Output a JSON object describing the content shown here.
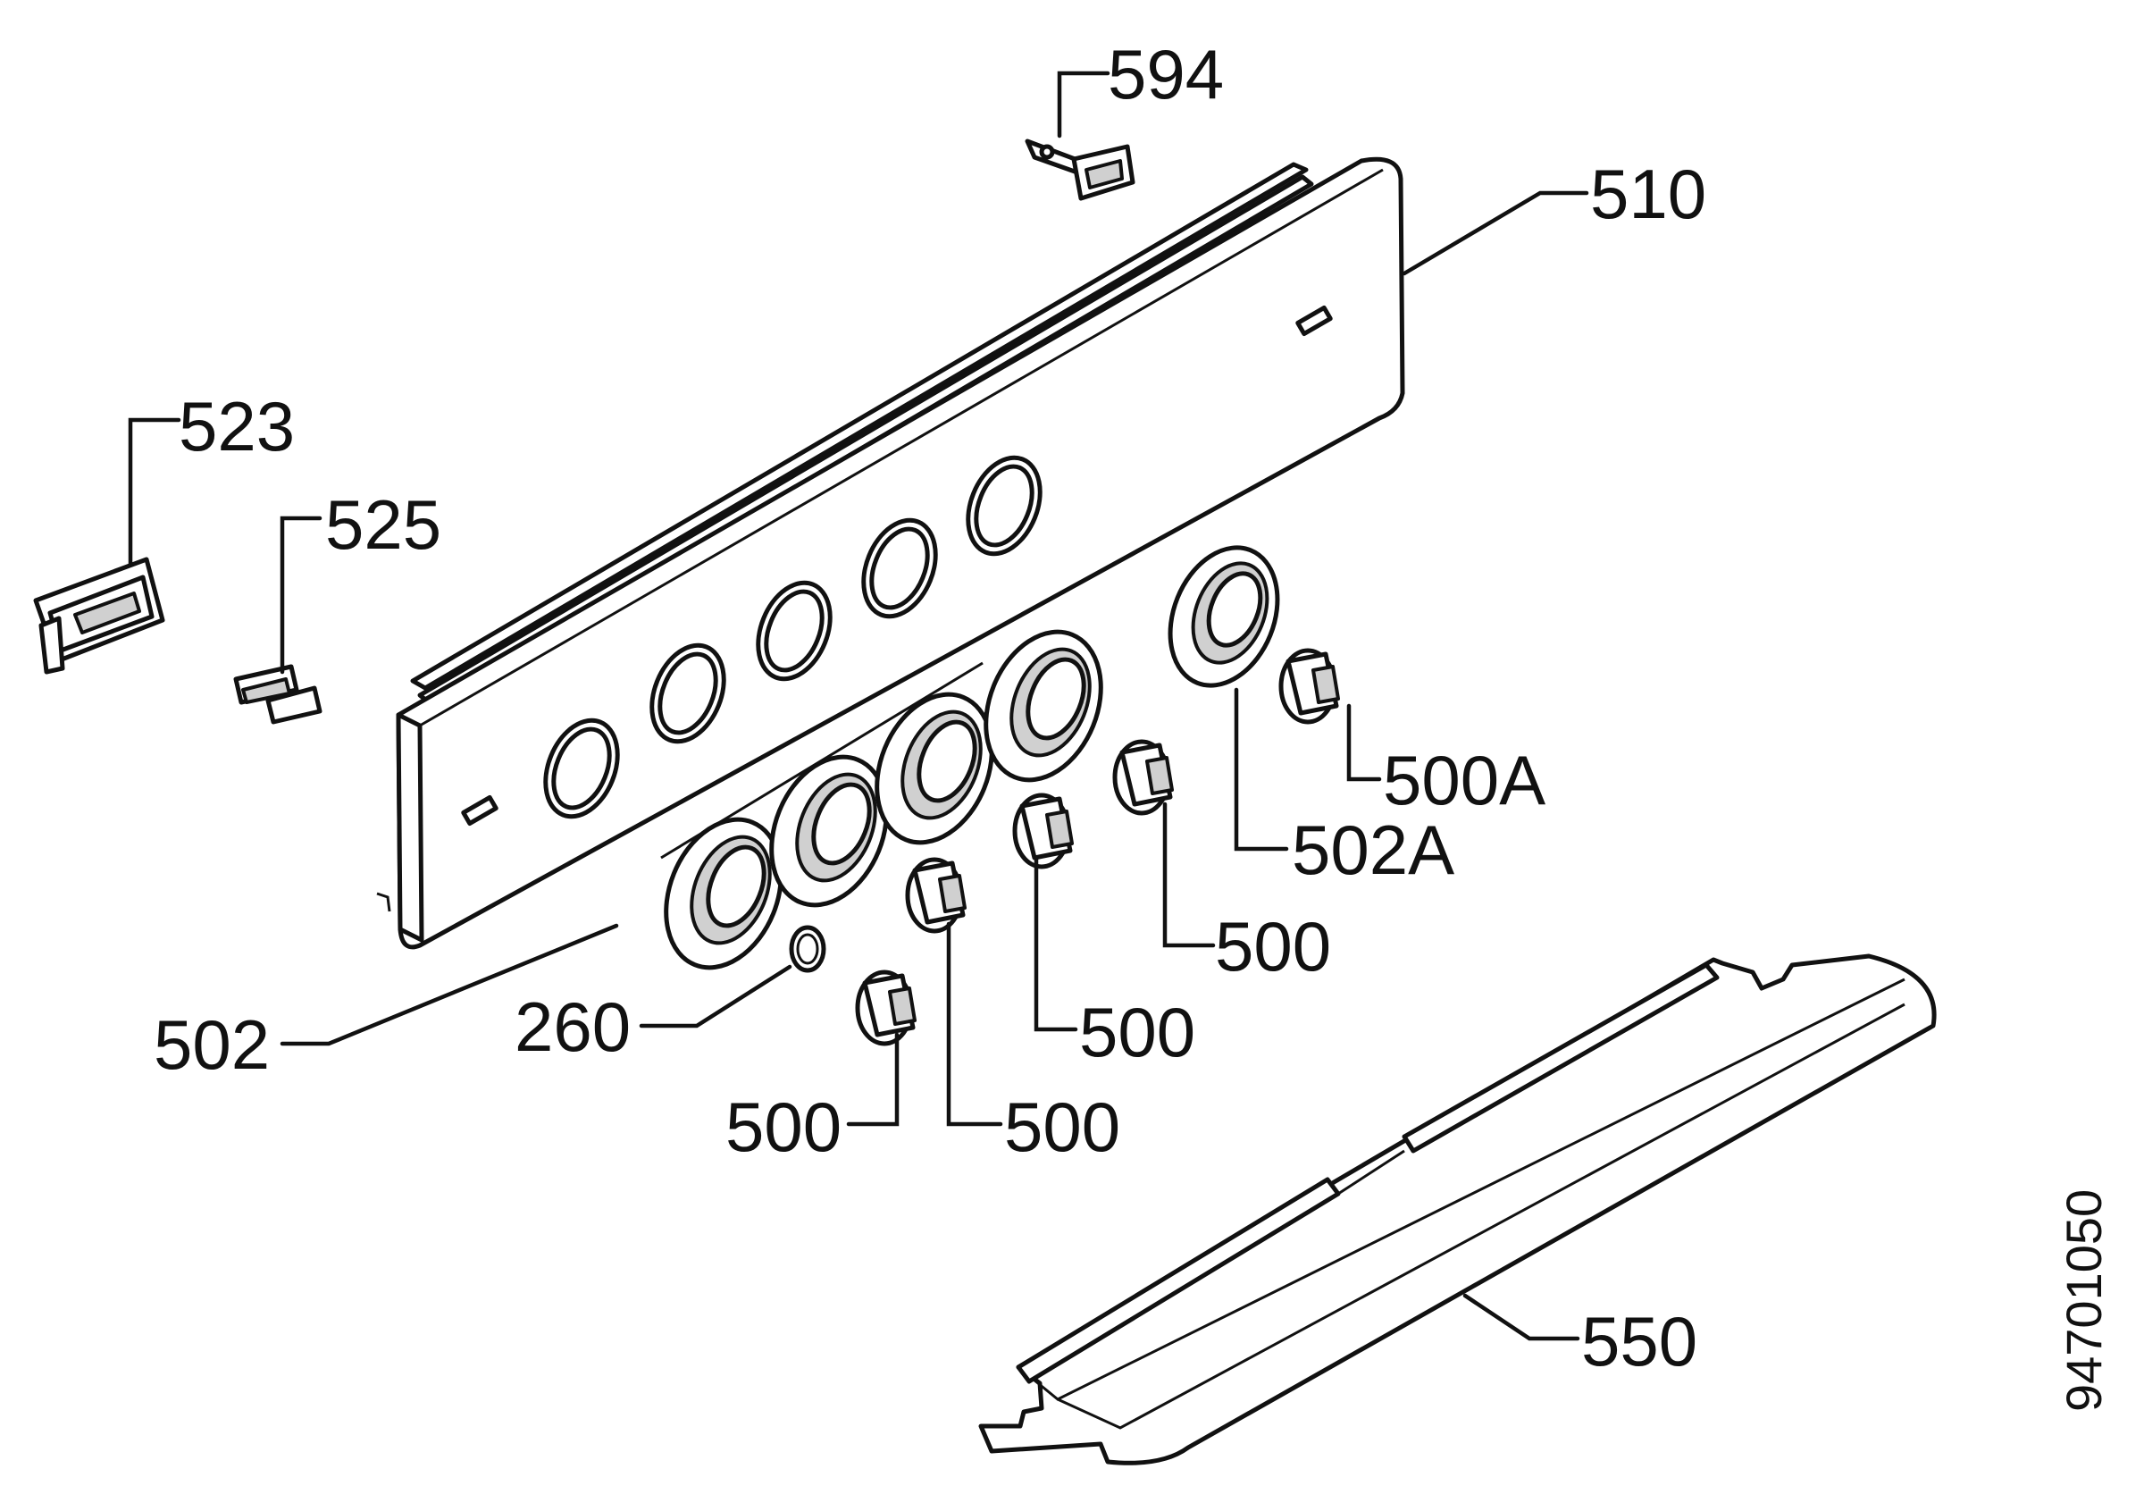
{
  "diagram": {
    "title": "",
    "part_labels": {
      "p594": "594",
      "p510": "510",
      "p523": "523",
      "p525": "525",
      "p500a": "500A",
      "p502a": "502A",
      "p500_1": "500",
      "p500_2": "500",
      "p500_3": "500",
      "p500_4": "500",
      "p502": "502",
      "p260": "260",
      "p550": "550"
    },
    "drawing_number": "94701050"
  },
  "colors": {
    "line": "#111111",
    "background": "#ffffff",
    "shade": "#d0d0d0"
  }
}
